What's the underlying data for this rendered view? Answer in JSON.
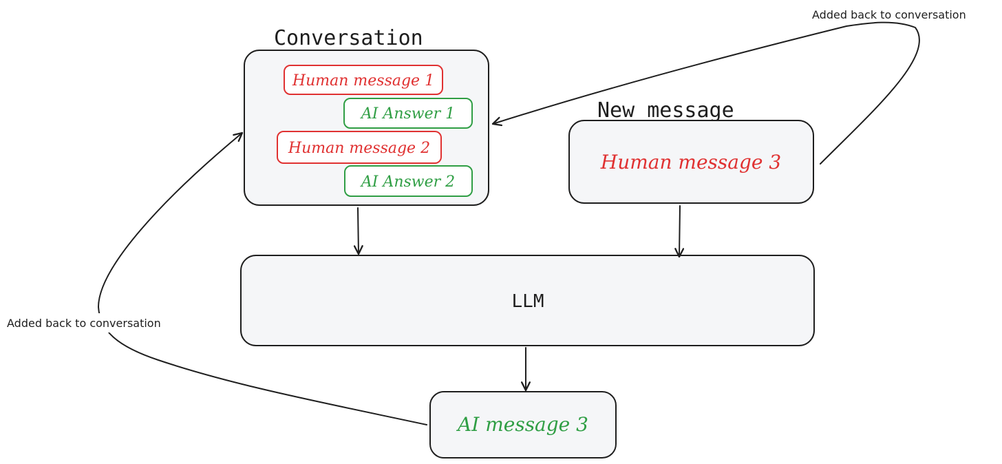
{
  "colors": {
    "human": "#e03131",
    "ai": "#2f9e44",
    "ink": "#1e1e1e",
    "box_fill": "#f5f6f8"
  },
  "conversation": {
    "title": "Conversation",
    "messages": [
      {
        "text": "Human message 1",
        "role": "human"
      },
      {
        "text": "AI Answer 1",
        "role": "ai"
      },
      {
        "text": "Human message 2",
        "role": "human"
      },
      {
        "text": "AI Answer 2",
        "role": "ai"
      }
    ]
  },
  "new_message": {
    "title": "New message",
    "text": "Human message 3"
  },
  "llm": {
    "label": "LLM"
  },
  "ai_message": {
    "text": "AI message 3"
  },
  "annotations": {
    "right_loop": "Added back to conversation",
    "left_loop": "Added back to conversation"
  }
}
